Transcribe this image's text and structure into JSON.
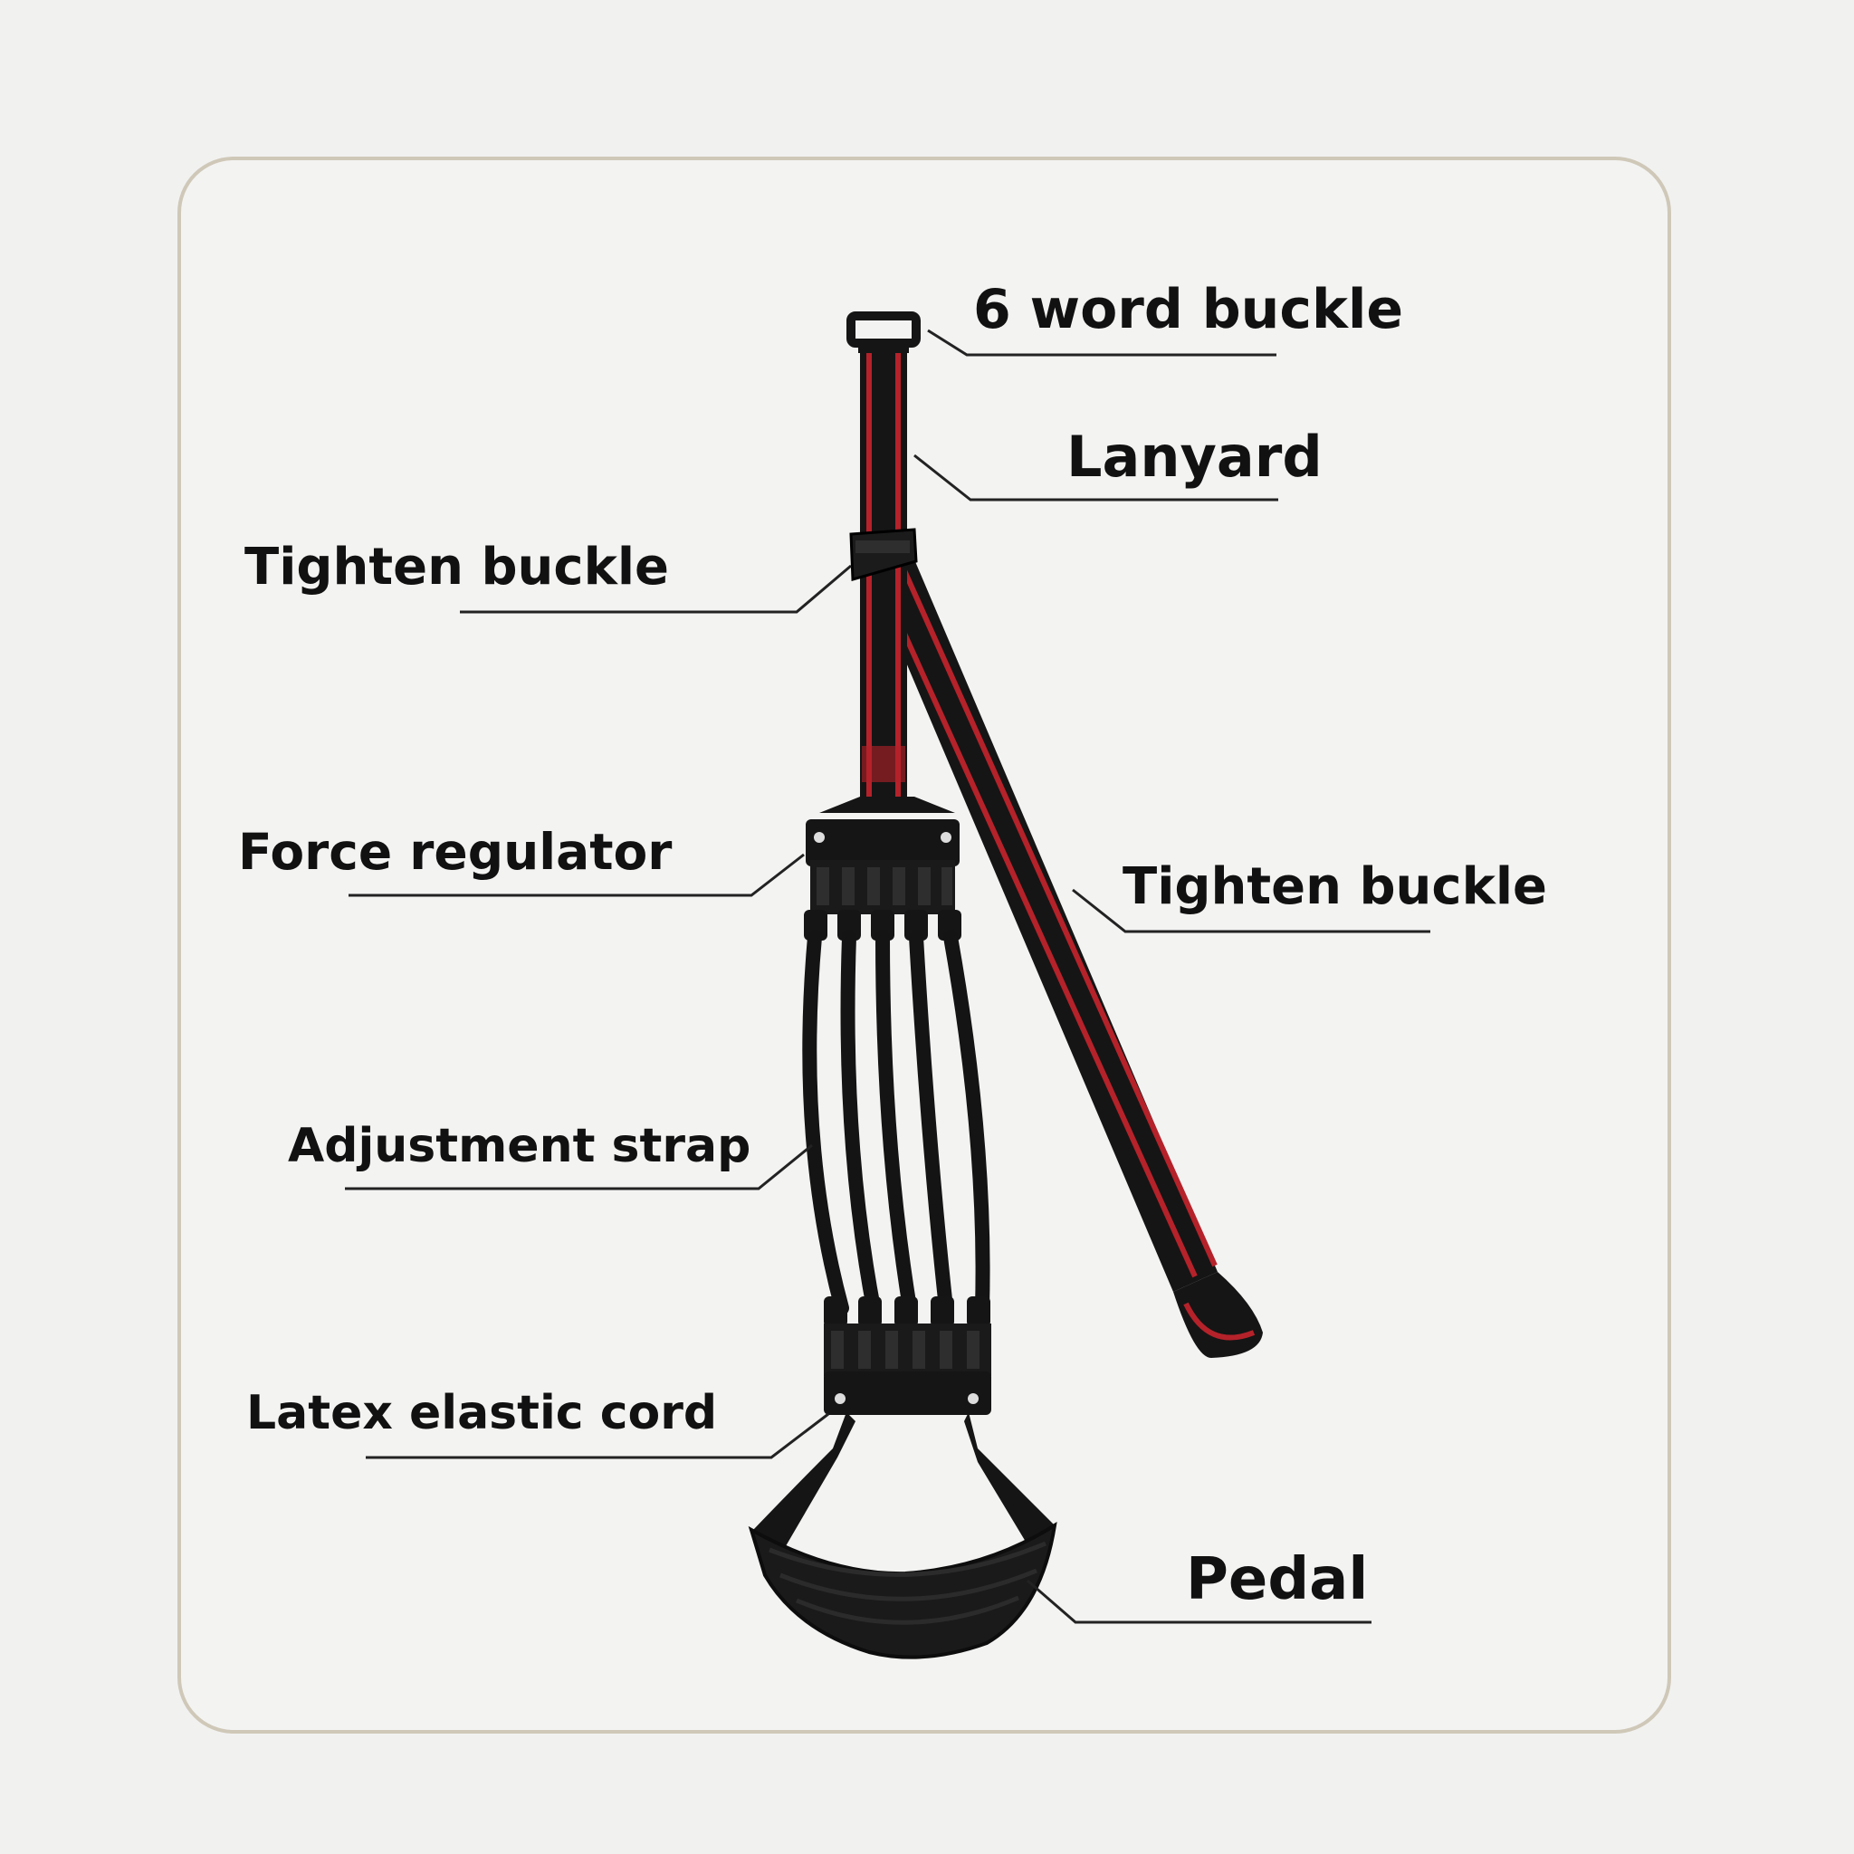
{
  "diagram": {
    "labels": {
      "six_word_buckle": "6 word buckle",
      "lanyard": "Lanyard",
      "tighten_buckle_left": "Tighten buckle",
      "force_regulator": "Force regulator",
      "tighten_buckle_right": "Tighten buckle",
      "adjustment_strap": "Adjustment strap",
      "latex_elastic_cord": "Latex elastic cord",
      "pedal": "Pedal"
    },
    "colors": {
      "strap_black": "#151515",
      "stripe_red": "#b5222a",
      "leader_line": "#222222",
      "card_border": "#cfc8b8"
    }
  }
}
